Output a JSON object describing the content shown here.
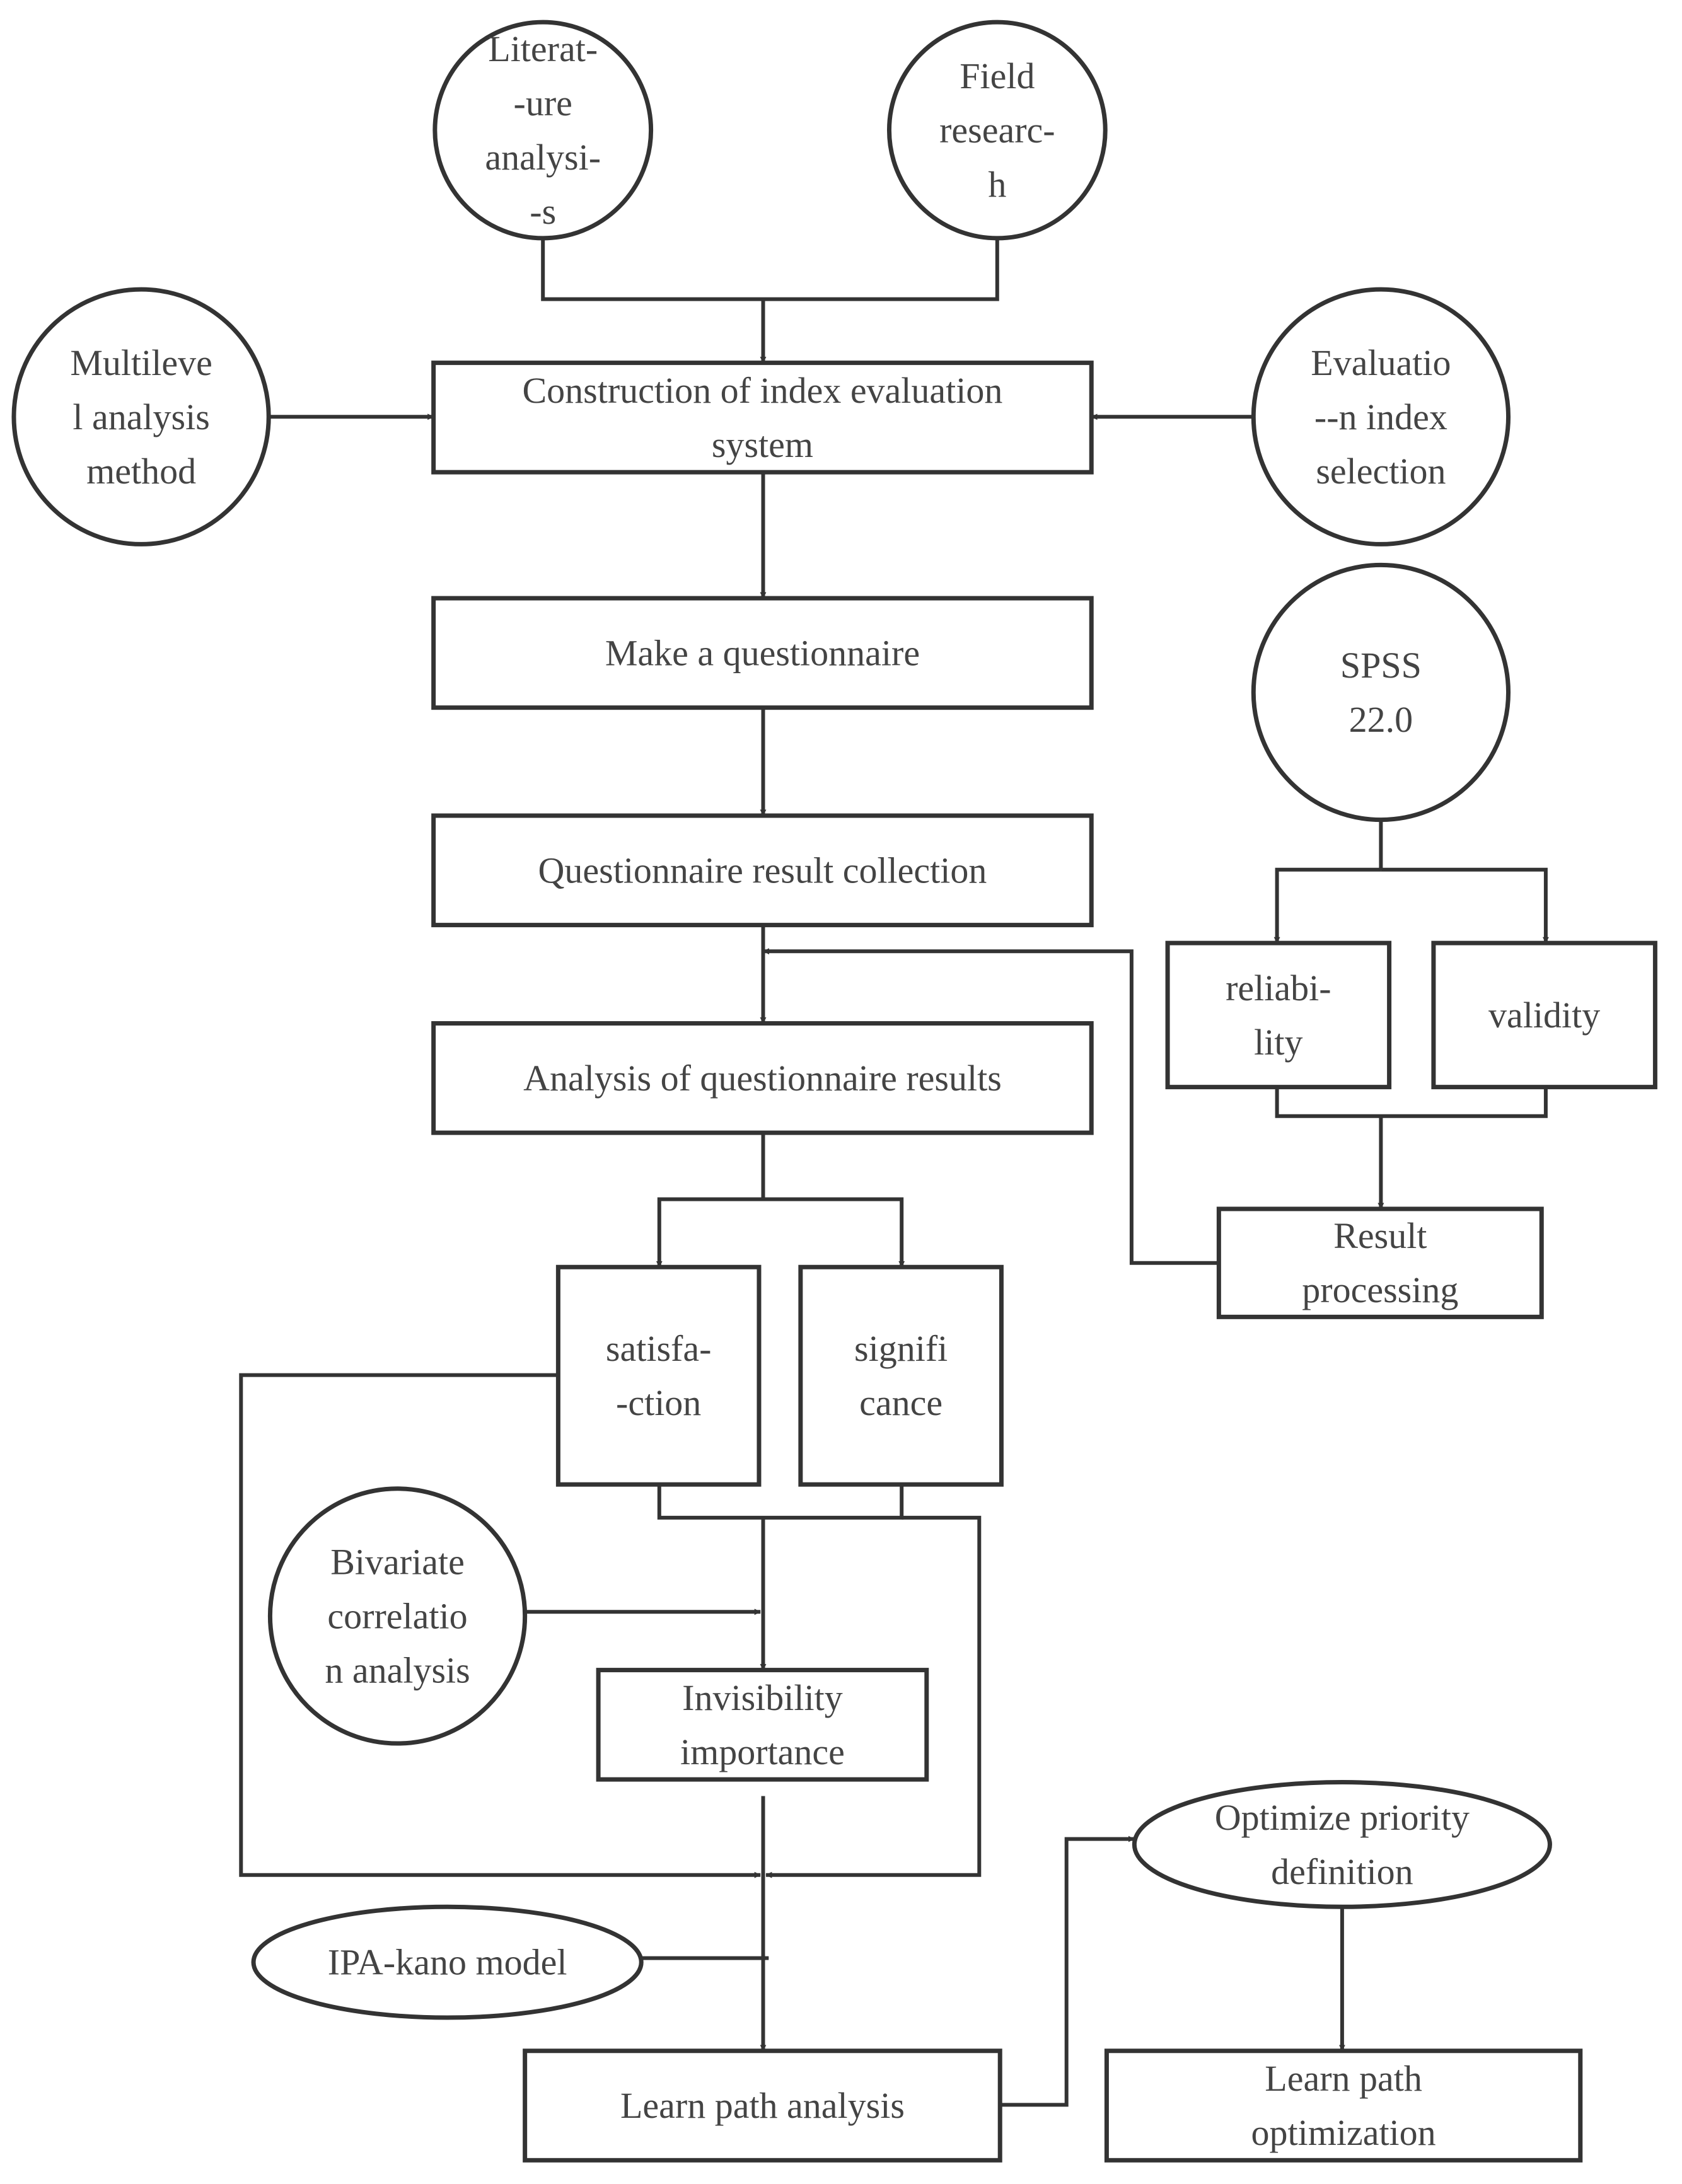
{
  "nodes": [
    {
      "id": "literature",
      "lines": [
        "Literat-",
        "-ure",
        "analysi-",
        "-s"
      ]
    },
    {
      "id": "field",
      "lines": [
        "Field",
        "researc-",
        "h"
      ]
    },
    {
      "id": "multilevel",
      "lines": [
        "Multileve",
        "l analysis",
        "method"
      ]
    },
    {
      "id": "evaluation_index",
      "lines": [
        "Evaluatio",
        "--n index",
        "selection"
      ]
    },
    {
      "id": "construction",
      "lines": [
        "Construction of index evaluation",
        "system"
      ]
    },
    {
      "id": "make_questionnaire",
      "lines": [
        "Make a questionnaire"
      ]
    },
    {
      "id": "spss",
      "lines": [
        "SPSS",
        "22.0"
      ]
    },
    {
      "id": "collection",
      "lines": [
        "Questionnaire result collection"
      ]
    },
    {
      "id": "reliability",
      "lines": [
        "reliabi-",
        "lity"
      ]
    },
    {
      "id": "validity",
      "lines": [
        "validity"
      ]
    },
    {
      "id": "analysis",
      "lines": [
        "Analysis of questionnaire results"
      ]
    },
    {
      "id": "result_processing",
      "lines": [
        "Result",
        "processing"
      ]
    },
    {
      "id": "satisfaction",
      "lines": [
        "satisfa-",
        "-ction"
      ]
    },
    {
      "id": "significance",
      "lines": [
        "signifi",
        "cance"
      ]
    },
    {
      "id": "bivariate",
      "lines": [
        "Bivariate",
        "correlatio",
        "n analysis"
      ]
    },
    {
      "id": "invisibility",
      "lines": [
        "Invisibility",
        "importance"
      ]
    },
    {
      "id": "optimize_priority",
      "lines": [
        "Optimize priority",
        "definition"
      ]
    },
    {
      "id": "ipa_kano",
      "lines": [
        "IPA-kano model"
      ]
    },
    {
      "id": "learn_path_analysis",
      "lines": [
        "Learn path analysis"
      ]
    },
    {
      "id": "learn_path_optimization",
      "lines": [
        "Learn path",
        "optimization"
      ]
    }
  ],
  "edges": [
    {
      "from": "literature",
      "to": "construction"
    },
    {
      "from": "field",
      "to": "construction"
    },
    {
      "from": "multilevel",
      "to": "construction"
    },
    {
      "from": "evaluation_index",
      "to": "construction"
    },
    {
      "from": "construction",
      "to": "make_questionnaire"
    },
    {
      "from": "make_questionnaire",
      "to": "collection"
    },
    {
      "from": "collection",
      "to": "analysis"
    },
    {
      "from": "spss",
      "to": "reliability"
    },
    {
      "from": "spss",
      "to": "validity"
    },
    {
      "from": "reliability",
      "to": "result_processing"
    },
    {
      "from": "validity",
      "to": "result_processing"
    },
    {
      "from": "result_processing",
      "to": "analysis"
    },
    {
      "from": "analysis",
      "to": "satisfaction"
    },
    {
      "from": "analysis",
      "to": "significance"
    },
    {
      "from": "satisfaction",
      "to": "invisibility"
    },
    {
      "from": "significance",
      "to": "invisibility"
    },
    {
      "from": "bivariate",
      "to": "invisibility"
    },
    {
      "from": "invisibility",
      "to": "learn_path_analysis"
    },
    {
      "from": "satisfaction",
      "to": "learn_path_analysis"
    },
    {
      "from": "significance",
      "to": "learn_path_analysis"
    },
    {
      "from": "ipa_kano",
      "to": "learn_path_analysis"
    },
    {
      "from": "learn_path_analysis",
      "to": "optimize_priority"
    },
    {
      "from": "optimize_priority",
      "to": "learn_path_optimization"
    }
  ]
}
